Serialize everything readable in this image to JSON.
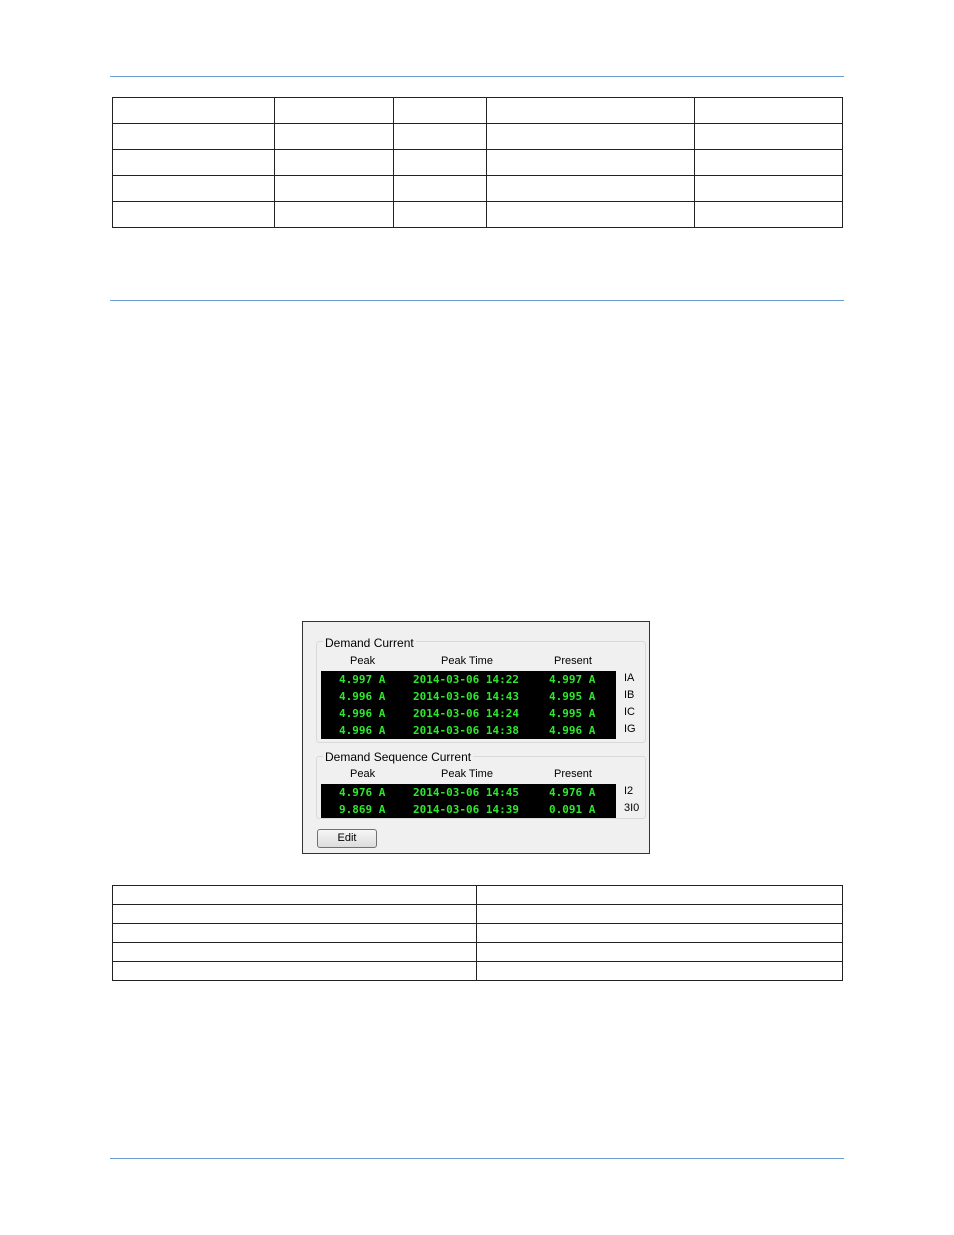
{
  "demand_current": {
    "title": "Demand Current",
    "headers": {
      "peak": "Peak",
      "peak_time": "Peak Time",
      "present": "Present"
    },
    "rows": [
      {
        "peak": "4.997 A",
        "peak_time": "2014-03-06 14:22",
        "present": "4.997 A",
        "phase": "IA"
      },
      {
        "peak": "4.996 A",
        "peak_time": "2014-03-06 14:43",
        "present": "4.995 A",
        "phase": "IB"
      },
      {
        "peak": "4.996 A",
        "peak_time": "2014-03-06 14:24",
        "present": "4.995 A",
        "phase": "IC"
      },
      {
        "peak": "4.996 A",
        "peak_time": "2014-03-06 14:38",
        "present": "4.996 A",
        "phase": "IG"
      }
    ]
  },
  "demand_sequence_current": {
    "title": "Demand Sequence Current",
    "headers": {
      "peak": "Peak",
      "peak_time": "Peak Time",
      "present": "Present"
    },
    "rows": [
      {
        "peak": "4.976 A",
        "peak_time": "2014-03-06 14:45",
        "present": "4.976 A",
        "phase": "I2"
      },
      {
        "peak": "9.869 A",
        "peak_time": "2014-03-06 14:39",
        "present": "0.091 A",
        "phase": "3I0"
      }
    ]
  },
  "edit_button_label": "Edit",
  "colors": {
    "lcd_background": "#000000",
    "lcd_text": "#2ee82e",
    "rule": "#6a9ed0"
  }
}
